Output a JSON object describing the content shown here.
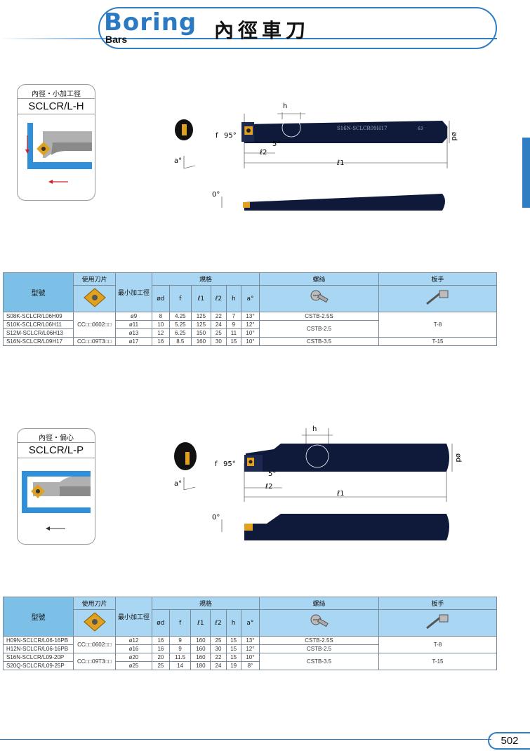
{
  "header": {
    "title_en": "Boring",
    "subtitle_en": "Bars",
    "title_cn": "內徑車刀"
  },
  "colors": {
    "accent": "#2f7dc2",
    "table_header": "#7cc0e8",
    "insert_gold": "#e0a020"
  },
  "section1": {
    "label_small": "內徑・小加工徑",
    "label_big": "SCLCR/L-H",
    "tool_marking": "S16N-SCLCR09H17",
    "tool_marking2": "63",
    "dims": {
      "h": "h",
      "f": "f",
      "angle95": "95°",
      "angle5": "5°",
      "l2": "ℓ2",
      "l1": "ℓ1",
      "d": "ød",
      "a": "a°",
      "zero": "0°"
    }
  },
  "section2": {
    "label_small": "內徑・偏心",
    "label_big": "SCLCR/L-P",
    "dims": {
      "h": "h",
      "f": "f",
      "angle95": "95°",
      "angle5": "5°",
      "l2": "ℓ2",
      "l1": "ℓ1",
      "d": "ød",
      "a": "a°",
      "zero": "0°"
    }
  },
  "table_headers": {
    "model": "型號",
    "insert": "使用刀片",
    "min_bore": "最小加工徑",
    "spec": "規格",
    "screw": "螺絲",
    "wrench": "板手",
    "cols": [
      "ød",
      "f",
      "ℓ1",
      "ℓ2",
      "h",
      "a°"
    ]
  },
  "table1": {
    "rows": [
      {
        "model": "S08K-SCLCR/L06H09",
        "min": "ø9",
        "d": "8",
        "f": "4.25",
        "l1": "125",
        "l2": "22",
        "h": "7",
        "a": "13°"
      },
      {
        "model": "S10K-SCLCR/L06H11",
        "min": "ø11",
        "d": "10",
        "f": "5.25",
        "l1": "125",
        "l2": "24",
        "h": "9",
        "a": "12°"
      },
      {
        "model": "S12M-SCLCR/L06H13",
        "min": "ø13",
        "d": "12",
        "f": "6.25",
        "l1": "150",
        "l2": "25",
        "h": "11",
        "a": "10°"
      },
      {
        "model": "S16N-SCLCR/L09H17",
        "min": "ø17",
        "d": "16",
        "f": "8.5",
        "l1": "160",
        "l2": "30",
        "h": "15",
        "a": "10°"
      }
    ],
    "insert_a": "CC□□0602□□",
    "insert_b": "CC□□09T3□□",
    "screw_a": "CSTB-2.5S",
    "screw_b": "CSTB-2.5",
    "screw_c": "CSTB-3.5",
    "wrench_a": "T-8",
    "wrench_b": "T-15"
  },
  "table2": {
    "rows": [
      {
        "model": "H09N-SCLCR/L06-16PB",
        "min": "ø12",
        "d": "16",
        "f": "9",
        "l1": "160",
        "l2": "25",
        "h": "15",
        "a": "13°"
      },
      {
        "model": "H12N-SCLCR/L06-16PB",
        "min": "ø16",
        "d": "16",
        "f": "9",
        "l1": "160",
        "l2": "30",
        "h": "15",
        "a": "12°"
      },
      {
        "model": "S16N-SCLCR/L09-20P",
        "min": "ø20",
        "d": "20",
        "f": "11.5",
        "l1": "160",
        "l2": "22",
        "h": "15",
        "a": "10°"
      },
      {
        "model": "S20Q-SCLCR/L09-25P",
        "min": "ø25",
        "d": "25",
        "f": "14",
        "l1": "180",
        "l2": "24",
        "h": "19",
        "a": "8°"
      }
    ],
    "insert_a": "CC□□0602□□",
    "insert_b": "CC□□09T3□□",
    "screw_a": "CSTB-2.5S",
    "screw_b": "CSTB-2.5",
    "screw_c": "CSTB-3.5",
    "wrench_a": "T-8",
    "wrench_b": "T-15"
  },
  "page_number": "502"
}
